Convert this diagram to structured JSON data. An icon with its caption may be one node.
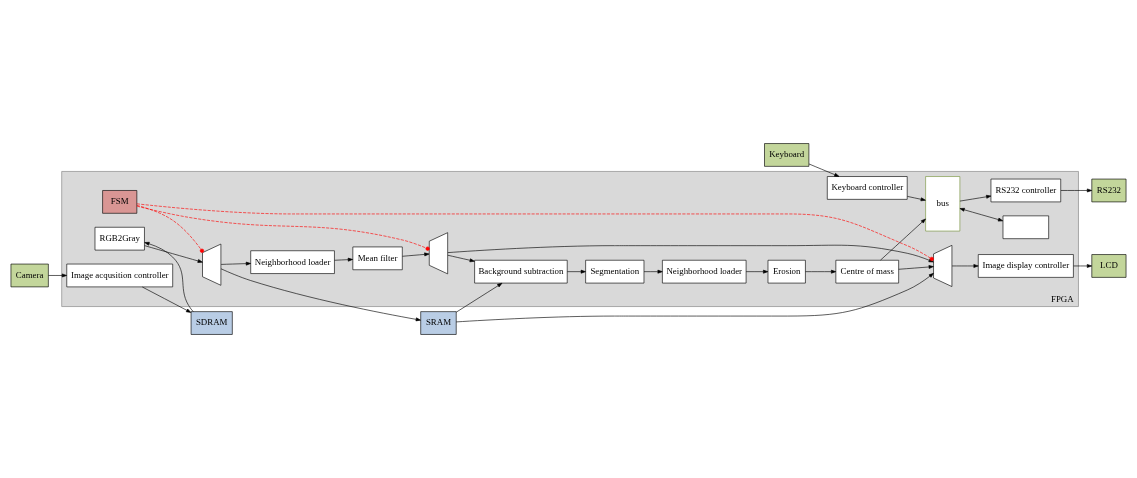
{
  "diagram": {
    "nodes": [
      {
        "text": [
          "FPGA"
        ]
      },
      {
        "text": [
          "SDRAM"
        ]
      },
      {
        "text": [
          "SRAM"
        ]
      },
      {
        "text": [
          "Camera"
        ]
      },
      {
        "text": [
          "LCD"
        ]
      },
      {
        "text": [
          "RS232"
        ]
      },
      {
        "text": [
          "Keyboard"
        ]
      },
      {
        "text": [
          "Image acqusition controller"
        ],
        "in": 0
      },
      {
        "text": [
          "RGB2Gray"
        ],
        "in": 0
      },
      {
        "text": [],
        "shape": "trapezoid",
        "in": 0
      },
      {
        "text": [
          "Neighborhood loader"
        ],
        "in": 0
      },
      {
        "text": [
          "Mean filter"
        ],
        "in": 0
      },
      {
        "text": [],
        "shape": "trapezoid",
        "in": 0
      },
      {
        "text": [
          "Background subtraction"
        ],
        "in": 0
      },
      {
        "text": [
          "Image display controller"
        ],
        "in": 0
      },
      {
        "text": [],
        "shape": "trapezoid",
        "in": 0
      },
      {
        "text": [
          "FSM"
        ],
        "in": 0
      },
      {
        "text": [
          "RS232 controller"
        ],
        "in": 0
      },
      {
        "text": [
          "bus"
        ],
        "in": 0
      },
      {
        "text": [
          "Centre of mass"
        ],
        "in": 0
      },
      {
        "text": [
          "Erosion"
        ],
        "in": 0
      },
      {
        "text": [
          "Neighborhood loader"
        ],
        "in": 0
      },
      {
        "text": [
          "Segmentation"
        ],
        "in": 0
      },
      {
        "text": [
          "Keyboard controller"
        ],
        "in": 0
      },
      {
        "text": [],
        "shape": "box",
        "in": 0
      }
    ],
    "edges": [
      {
        "from": 3,
        "to": 7,
        "arrow": "to"
      },
      {
        "from": 7,
        "to": 1,
        "arrow": "to"
      },
      {
        "from": 1,
        "to": 8,
        "arrow": "to"
      },
      {
        "from": 8,
        "to": 9,
        "arrow": "to"
      },
      {
        "from": 9,
        "to": 2,
        "arrow": "to"
      },
      {
        "from": 9,
        "to": 10,
        "arrow": "to"
      },
      {
        "from": 10,
        "to": 11,
        "arrow": "to"
      },
      {
        "from": 11,
        "to": 12,
        "arrow": "to"
      },
      {
        "from": 12,
        "to": 13,
        "arrow": "to"
      },
      {
        "from": 2,
        "to": 13,
        "arrow": "to"
      },
      {
        "from": 2,
        "to": 15,
        "arrow": "to"
      },
      {
        "from": 12,
        "to": 15,
        "arrow": "to"
      },
      {
        "from": 13,
        "to": 22,
        "arrow": "to"
      },
      {
        "from": 22,
        "to": 21,
        "arrow": "to"
      },
      {
        "from": 21,
        "to": 20,
        "arrow": "to"
      },
      {
        "from": 20,
        "to": 19,
        "arrow": "to"
      },
      {
        "from": 19,
        "to": 18,
        "arrow": "to"
      },
      {
        "from": 19,
        "to": 15,
        "arrow": "to"
      },
      {
        "from": 15,
        "to": 14,
        "arrow": "to"
      },
      {
        "from": 14,
        "to": 4,
        "arrow": "to"
      },
      {
        "from": 18,
        "to": 17,
        "arrow": "to"
      },
      {
        "from": 17,
        "to": 5,
        "arrow": "to"
      },
      {
        "from": 6,
        "to": 23,
        "arrow": "to"
      },
      {
        "from": 23,
        "to": 18,
        "arrow": "to"
      },
      {
        "from": 18,
        "to": 24,
        "arrow": "both"
      },
      {
        "from": 16,
        "to": 9,
        "arrow": "other",
        "style": "dashed",
        "color": "#ff0000"
      },
      {
        "from": 16,
        "to": 12,
        "arrow": "other",
        "style": "dashed",
        "color": "#ff0000"
      },
      {
        "from": 16,
        "to": 15,
        "arrow": "other",
        "style": "dashed",
        "color": "#ff0000"
      }
    ]
  }
}
